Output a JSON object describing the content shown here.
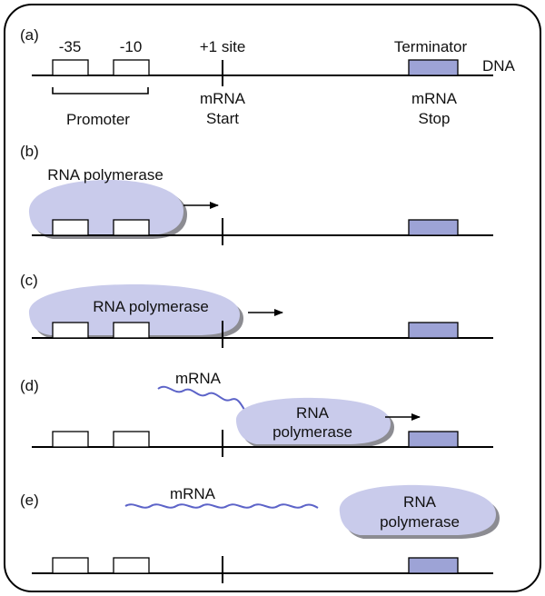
{
  "panels": {
    "a": {
      "label": "(a)",
      "box1_label": "-35",
      "box2_label": "-10",
      "site_label": "+1 site",
      "terminator_label": "Terminator",
      "dna_label": "DNA",
      "promoter_label": "Promoter",
      "start_line1": "mRNA",
      "start_line2": "Start",
      "stop_line1": "mRNA",
      "stop_line2": "Stop"
    },
    "b": {
      "label": "(b)",
      "polymerase_label": "RNA polymerase"
    },
    "c": {
      "label": "(c)",
      "polymerase_label": "RNA polymerase"
    },
    "d": {
      "label": "(d)",
      "mrna_label": "mRNA",
      "polymerase_line1": "RNA",
      "polymerase_line2": "polymerase"
    },
    "e": {
      "label": "(e)",
      "mrna_label": "mRNA",
      "polymerase_line1": "RNA",
      "polymerase_line2": "polymerase"
    }
  },
  "colors": {
    "polymerase": "#c9cbeb",
    "terminator": "#9da3d6",
    "mrna": "#5c63c8",
    "shadow": "#8c8c92"
  }
}
